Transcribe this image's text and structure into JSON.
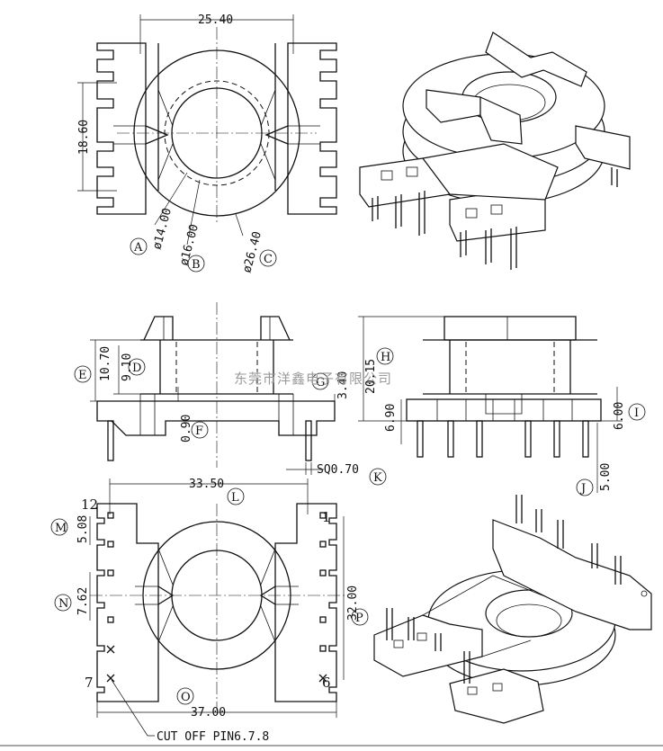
{
  "top_view": {
    "dim_width": "25.40",
    "dim_height": "18.60",
    "dia_a": "ø14.00",
    "dia_b": "ø16.00",
    "dia_c": "ø26.40",
    "label_a": "A",
    "label_b": "B",
    "label_c": "C"
  },
  "side_view": {
    "dim_e": "10.70",
    "dim_d": "9.10",
    "dim_g": "3.40",
    "dim_f": "0.90",
    "dim_k": "SQ0.70",
    "label_e": "E",
    "label_d": "D",
    "label_g": "G",
    "label_f": "F",
    "label_k": "K"
  },
  "front_view": {
    "dim_h": "20.15",
    "dim_left": "6.90",
    "dim_i": "6.00",
    "dim_j": "5.00",
    "label_h": "H",
    "label_i": "I",
    "label_j": "J"
  },
  "bottom_view": {
    "dim_l": "33.50",
    "dim_m": "5.08",
    "dim_n": "7.62",
    "dim_p": "32.00",
    "dim_o": "37.00",
    "label_l": "L",
    "label_m": "M",
    "label_n": "N",
    "label_p": "P",
    "label_o": "O",
    "pin_12": "12",
    "pin_1": "1",
    "pin_7": "7",
    "pin_6": "6",
    "note": "CUT OFF PIN6.7.8"
  },
  "watermark": "东莞市洋鑫电子有限公司"
}
